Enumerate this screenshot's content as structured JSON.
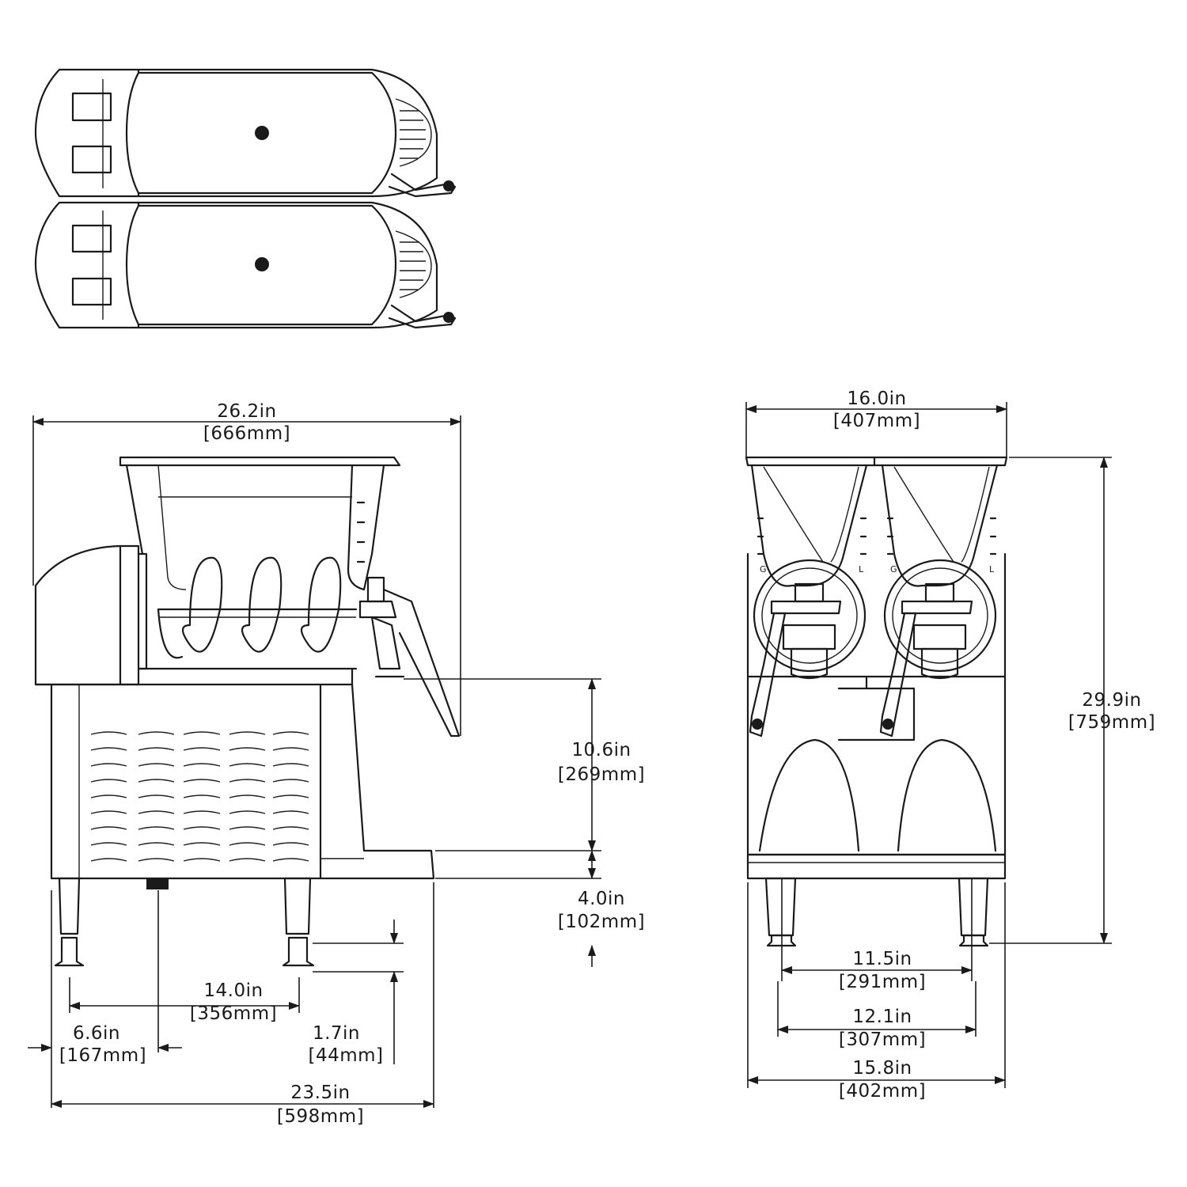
{
  "dimensions": {
    "side_overall_width": {
      "in": "26.2in",
      "mm": "[666mm]"
    },
    "front_top_width": {
      "in": "16.0in",
      "mm": "[407mm]"
    },
    "front_overall_height": {
      "in": "29.9in",
      "mm": "[759mm]"
    },
    "dispense_clearance": {
      "in": "10.6in",
      "mm": "[269mm]"
    },
    "drip_tray_height": {
      "in": "4.0in",
      "mm": "[102mm]"
    },
    "leg_spacing_depth": {
      "in": "14.0in",
      "mm": "[356mm]"
    },
    "leg_adjust_height": {
      "in": "1.7in",
      "mm": "[44mm]"
    },
    "front_to_drain": {
      "in": "6.6in",
      "mm": "[167mm]"
    },
    "base_depth": {
      "in": "23.5in",
      "mm": "[598mm]"
    },
    "leg_inner_width": {
      "in": "11.5in",
      "mm": "[291mm]"
    },
    "leg_outer_width": {
      "in": "12.1in",
      "mm": "[307mm]"
    },
    "base_width": {
      "in": "15.8in",
      "mm": "[402mm]"
    }
  },
  "marks": {
    "level_g": "G",
    "level_l": "L"
  }
}
